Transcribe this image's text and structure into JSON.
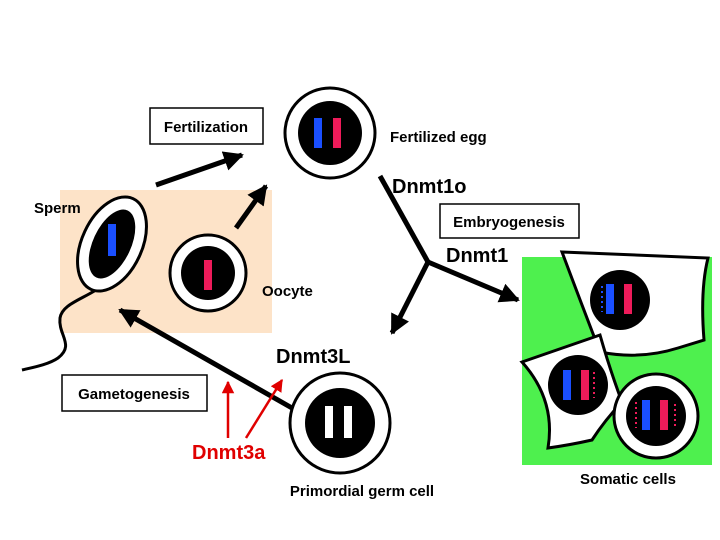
{
  "labels": {
    "fertilization": "Fertilization",
    "fertilized_egg": "Fertilized egg",
    "sperm": "Sperm",
    "oocyte": "Oocyte",
    "embryogenesis": "Embryogenesis",
    "dnmt1o": "Dnmt1o",
    "dnmt1": "Dnmt1",
    "dnmt3l": "Dnmt3L",
    "gametogenesis": "Gametogenesis",
    "dnmt3a": "Dnmt3a",
    "primordial_germ_cell": "Primordial germ cell",
    "somatic_cells": "Somatic cells"
  },
  "colors": {
    "gamete_panel": "#fde3c8",
    "somatic_panel": "#4ef04e",
    "chromosome_blue": "#1a4fff",
    "chromosome_pink": "#ee1b5a",
    "dnmt3a_arrow": "#e00000",
    "nucleus": "#000000",
    "cell": "#ffffff"
  }
}
